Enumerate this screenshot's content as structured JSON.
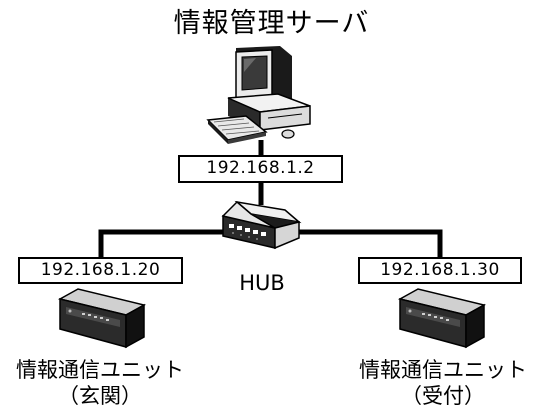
{
  "server": {
    "title": "情報管理サーバ",
    "ip": "192.168.1.2",
    "icon": "desktop-computer-icon"
  },
  "hub": {
    "label": "HUB",
    "icon": "network-hub-icon"
  },
  "units": [
    {
      "ip": "192.168.1.20",
      "name": "情報通信ユニット",
      "location": "（玄関）",
      "icon": "communication-unit-icon"
    },
    {
      "ip": "192.168.1.30",
      "name": "情報通信ユニット",
      "location": "（受付）",
      "icon": "communication-unit-icon"
    }
  ],
  "colors": {
    "line": "#000000",
    "background": "#ffffff"
  }
}
